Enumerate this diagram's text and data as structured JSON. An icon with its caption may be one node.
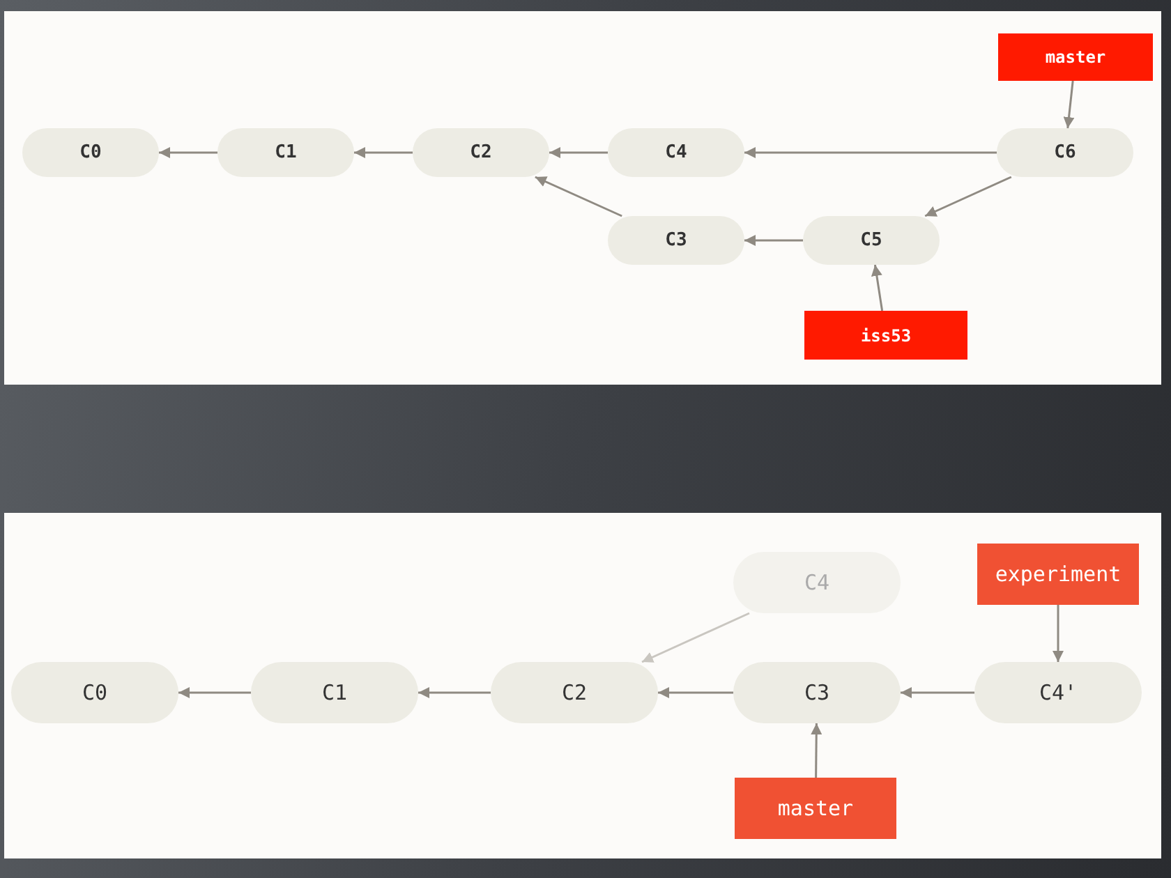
{
  "diagram": {
    "nodes": [
      {
        "text": [
          "C0"
        ]
      },
      {
        "text": [
          "C1"
        ]
      },
      {
        "text": [
          "C2"
        ]
      },
      {
        "text": [
          "C4"
        ]
      },
      {
        "text": [
          "C6"
        ]
      },
      {
        "text": [
          "C3"
        ]
      },
      {
        "text": [
          "C5"
        ]
      },
      {
        "text": [
          "master"
        ]
      },
      {
        "text": [
          "iss53"
        ]
      },
      {
        "text": [
          "C0"
        ]
      },
      {
        "text": [
          "C1"
        ]
      },
      {
        "text": [
          "C2"
        ]
      },
      {
        "text": [
          "C4"
        ]
      },
      {
        "text": [
          "C3"
        ]
      },
      {
        "text": [
          "C4'"
        ]
      },
      {
        "text": [
          "experiment"
        ]
      },
      {
        "text": [
          "master"
        ]
      }
    ],
    "edges": [
      {
        "from": 1,
        "to": 0,
        "arrow": "to"
      },
      {
        "from": 2,
        "to": 1,
        "arrow": "to"
      },
      {
        "from": 3,
        "to": 2,
        "arrow": "to"
      },
      {
        "from": 4,
        "to": 3,
        "arrow": "to"
      },
      {
        "from": 4,
        "to": 6,
        "arrow": "to"
      },
      {
        "from": 5,
        "to": 2,
        "arrow": "to"
      },
      {
        "from": 6,
        "to": 5,
        "arrow": "to"
      },
      {
        "from": 7,
        "to": 4,
        "arrow": "to"
      },
      {
        "from": 8,
        "to": 6,
        "arrow": "to"
      },
      {
        "from": 10,
        "to": 9,
        "arrow": "to"
      },
      {
        "from": 11,
        "to": 10,
        "arrow": "to"
      },
      {
        "from": 12,
        "to": 11,
        "arrow": "to",
        "color": "#c9c6c0"
      },
      {
        "from": 13,
        "to": 11,
        "arrow": "to"
      },
      {
        "from": 14,
        "to": 13,
        "arrow": "to"
      },
      {
        "from": 15,
        "to": 14,
        "arrow": "to"
      },
      {
        "from": 16,
        "to": 13,
        "arrow": "to"
      }
    ]
  }
}
